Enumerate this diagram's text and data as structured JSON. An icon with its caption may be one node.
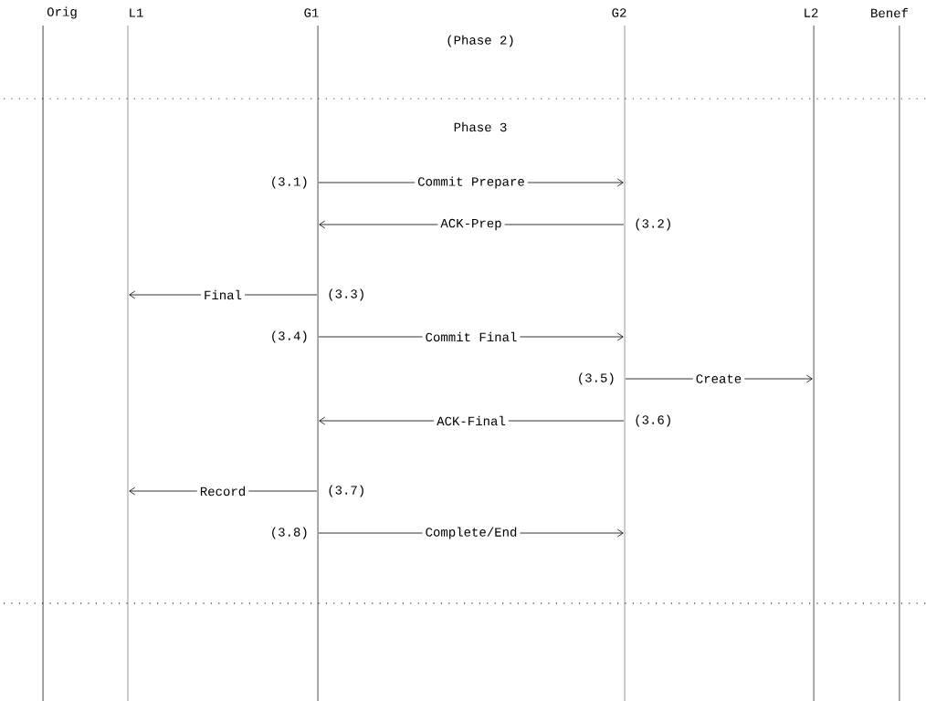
{
  "diagram": {
    "nodes": [
      {
        "text": [
          "Orig"
        ]
      },
      {
        "text": [
          "L1"
        ]
      },
      {
        "text": [
          "G1"
        ]
      },
      {
        "text": [
          "G2"
        ]
      },
      {
        "text": [
          "L2"
        ]
      },
      {
        "text": [
          "Benef"
        ]
      }
    ],
    "edges": [
      {
        "from": 2,
        "to": 3,
        "arrow": "to",
        "label": "Commit Prepare"
      },
      {
        "from": 3,
        "to": 2,
        "arrow": "to",
        "label": "ACK-Prep"
      },
      {
        "from": 2,
        "to": 1,
        "arrow": "to",
        "label": "Final"
      },
      {
        "from": 2,
        "to": 3,
        "arrow": "to",
        "label": "Commit Final"
      },
      {
        "from": 3,
        "to": 4,
        "arrow": "to",
        "label": "Create"
      },
      {
        "from": 3,
        "to": 2,
        "arrow": "to",
        "label": "ACK-Final"
      },
      {
        "from": 2,
        "to": 1,
        "arrow": "to",
        "label": "Record"
      },
      {
        "from": 2,
        "to": 3,
        "arrow": "to",
        "label": "Complete/End"
      }
    ],
    "labels": [
      "(Phase 2)",
      "Phase 3",
      "(3.1)",
      "(3.2)",
      "(3.3)",
      "(3.4)",
      "(3.5)",
      "(3.6)",
      "(3.7)",
      "(3.8)"
    ]
  }
}
